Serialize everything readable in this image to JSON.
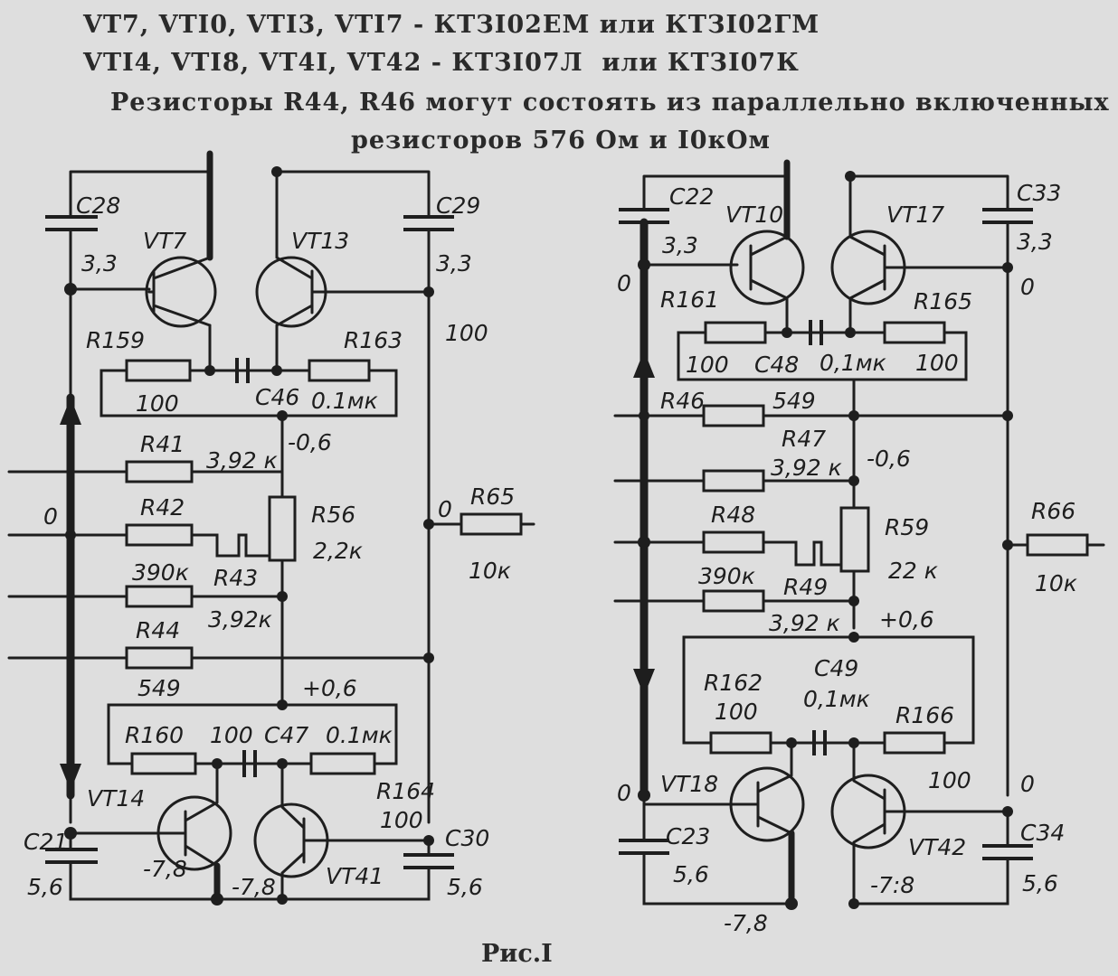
{
  "notes": {
    "line1": "VT7, VTI0, VTI3, VTI7 - КТЗI02ЕМ или КТЗI02ГМ",
    "line2": "VTI4, VTI8, VT4I, VT42 - КТЗI07Л  или КТЗI07К",
    "line3": "Резисторы R44, R46 могут состоять из параллельно включенных",
    "line4": "резисторов 576 Ом и I0кОм"
  },
  "caption": "Рис.I",
  "left": {
    "c28": "C28",
    "c28v": "3,3",
    "c29": "C29",
    "c29v": "3,3",
    "vt7": "VT7",
    "vt13": "VT13",
    "r159": "R159",
    "r159v": "100",
    "r163": "R163",
    "r163v": "0.1мк",
    "c46": "C46",
    "c46v": "100",
    "v100": "100",
    "vm06": "-0,6",
    "r41": "R41",
    "r41v": "3,92 к",
    "r42": "R42",
    "r42v": "390к",
    "r43": "R43",
    "r43v": "3,92к",
    "r44": "R44",
    "r44v": "549",
    "r56": "R56",
    "r56v": "2,2к",
    "r65": "R65",
    "r65v": "10к",
    "zero1": "0",
    "zero2": "0",
    "vp06": "+0,6",
    "r160": "R160",
    "r160v": "100",
    "c47": "C47",
    "c47v": "0.1мк",
    "r164": "R164",
    "r164v": "100",
    "vt14": "VT14",
    "vt41": "VT41",
    "c21": "C21",
    "c21v": "5,6",
    "c30": "C30",
    "c30v": "5,6",
    "vm78a": "-7,8",
    "vm78b": "-7,8"
  },
  "right": {
    "c22": "C22",
    "c22v": "3,3",
    "c33": "C33",
    "c33v": "3,3",
    "vt10": "VT10",
    "vt17": "VT17",
    "zero1": "0",
    "zero2": "0",
    "r161": "R161",
    "r161v": "100",
    "c48": "C48",
    "c48v": "0,1мк",
    "r165": "R165",
    "r165v": "100",
    "r46": "R46",
    "r46v": "549",
    "r47": "R47",
    "r47v": "3,92 к",
    "vm06": "-0,6",
    "r48": "R48",
    "r48v": "390к",
    "r49": "R49",
    "r49v": "3,92 к",
    "r59": "R59",
    "r59v": "22 к",
    "r66": "R66",
    "r66v": "10к",
    "vp06": "+0,6",
    "r162": "R162",
    "r162v": "100",
    "c49": "C49",
    "c49v": "0,1мк",
    "r166": "R166",
    "r166v": "100",
    "zero3": "0",
    "zero4": "0",
    "vt18": "VT18",
    "vt42": "VT42",
    "c23": "C23",
    "c23v": "5,6",
    "c34": "C34",
    "c34v": "5,6",
    "vm78a": "-7,8",
    "vm78b": "-7:8"
  }
}
